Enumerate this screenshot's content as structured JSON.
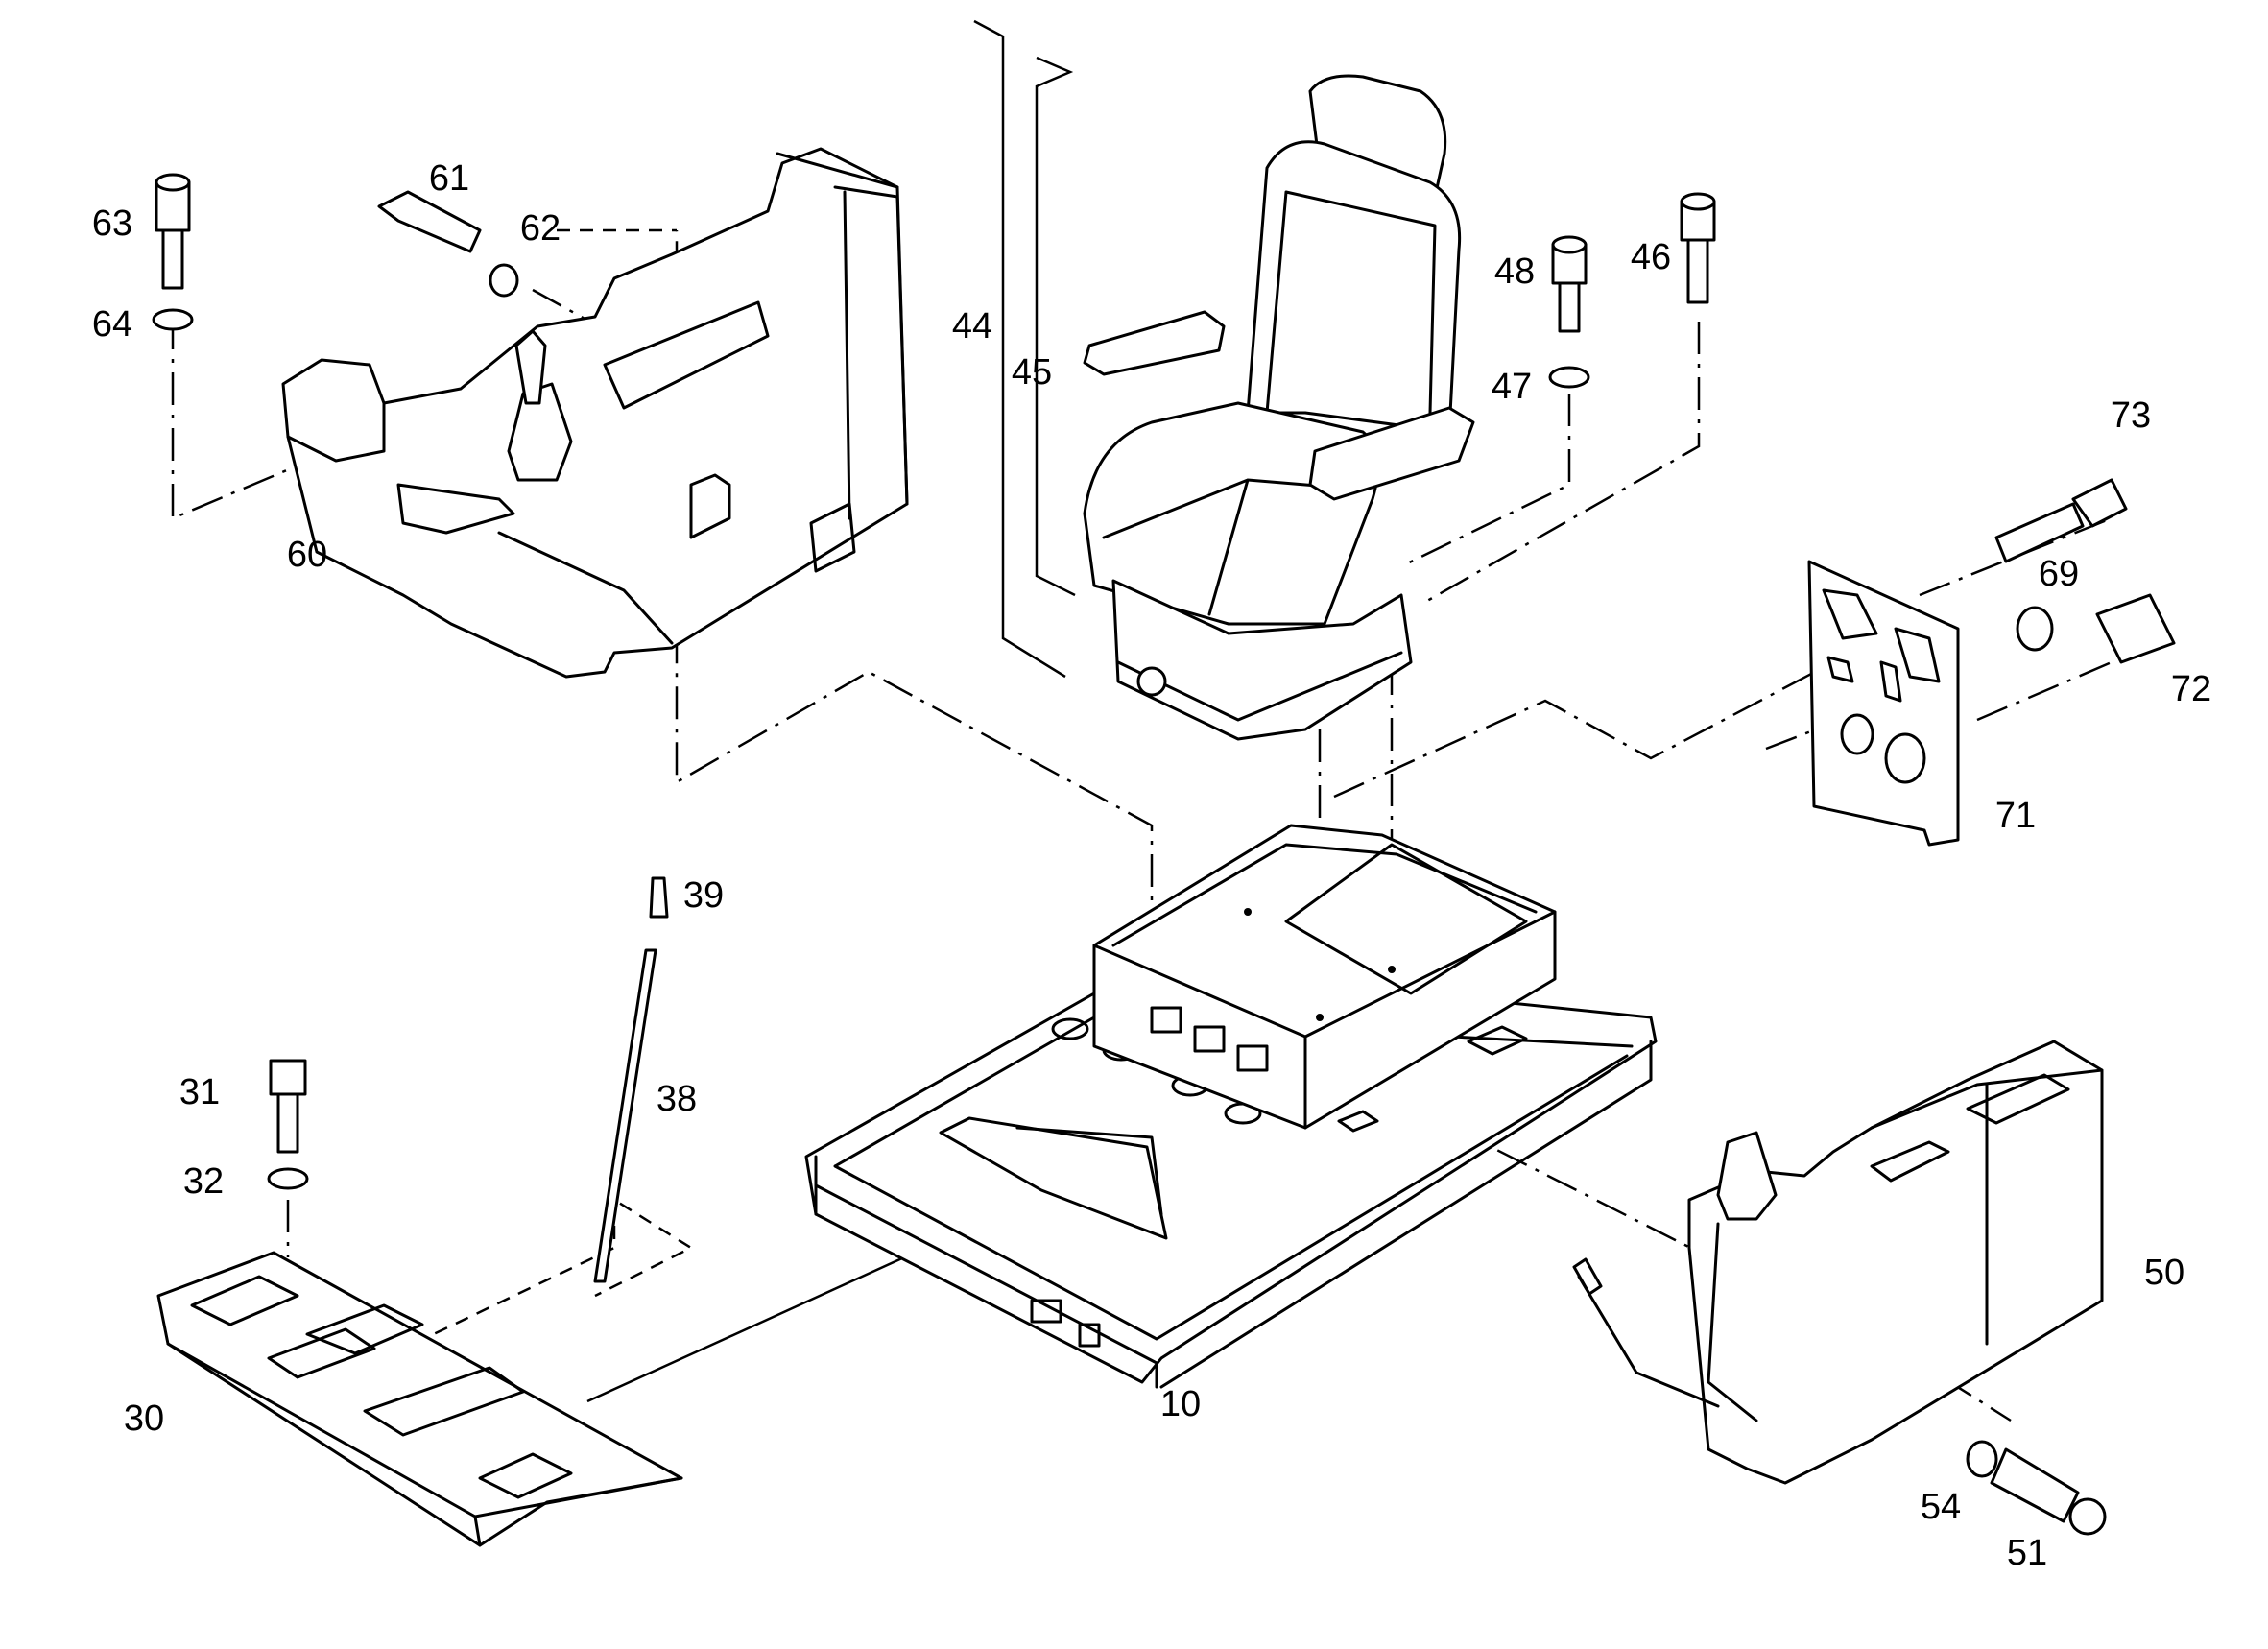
{
  "diagram": {
    "part_labels": {
      "p10": "10",
      "p30": "30",
      "p31": "31",
      "p32": "32",
      "p38": "38",
      "p39": "39",
      "p44": "44",
      "p45": "45",
      "p46": "46",
      "p47": "47",
      "p48": "48",
      "p50": "50",
      "p51": "51",
      "p54": "54",
      "p60": "60",
      "p61": "61",
      "p62": "62",
      "p63": "63",
      "p64": "64",
      "p69": "69",
      "p71": "71",
      "p72": "72",
      "p73": "73"
    }
  }
}
